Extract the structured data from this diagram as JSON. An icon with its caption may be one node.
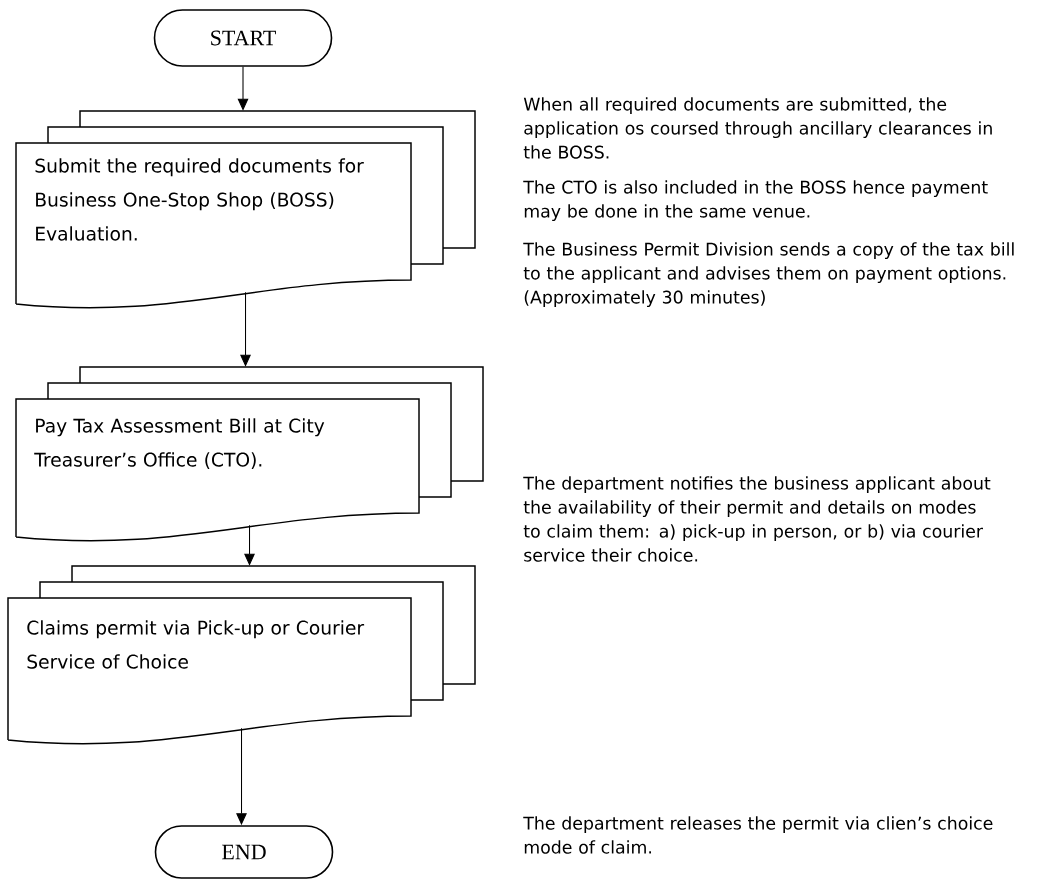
{
  "diagram": {
    "nodes": [
      {
        "text": [
          "START"
        ]
      },
      {
        "text": [
          "Submit the required documents for Business One-Stop Shop (BOSS) Evaluation."
        ],
        "beside": [
          "When all required documents are submitted, the application os coursed through ancillary clearances in the BOSS."
        ]
      },
      {
        "text": [
          "Pay Tax Assessment Bill at City Treasurer’s Office (CTO)."
        ],
        "beside": [
          "The CTO is also included in the BOSS hence payment may be done in the same venue.",
          "The Business Permit Division sends a copy of the tax bill to the applicant and advises them on payment options. (Approximately 30 minutes)"
        ]
      },
      {
        "text": [
          "Claims permit via Pick-up or Courier Service of Choice"
        ],
        "beside": [
          "The department notifies the business applicant about the availability of their permit and details on modes to claim them: a) pick-up in person, or b) via courier service their choice."
        ]
      },
      {
        "text": [
          "END"
        ]
      }
    ],
    "labels": [
      "The department releases the permit via clien’s choice mode of claim."
    ],
    "edges": [
      {
        "from": 0,
        "to": 1,
        "arrow": "to"
      },
      {
        "from": 1,
        "to": 2,
        "arrow": "to"
      },
      {
        "from": 2,
        "to": 3,
        "arrow": "to"
      },
      {
        "from": 3,
        "to": 4,
        "arrow": "to"
      }
    ]
  }
}
